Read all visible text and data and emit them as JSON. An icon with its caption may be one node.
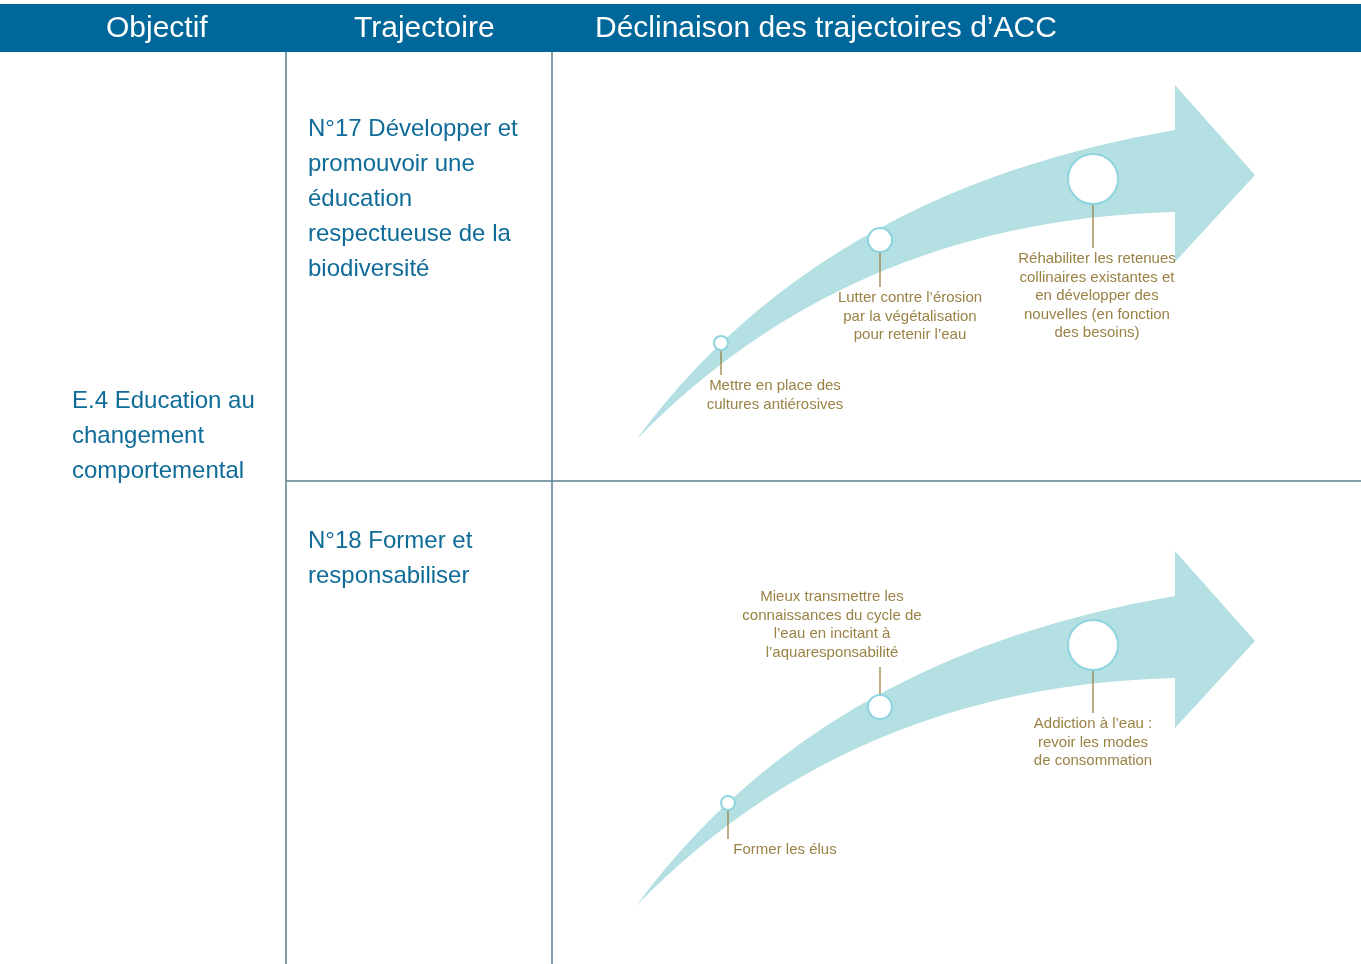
{
  "diagram": {
    "nodes": [
      {
        "text": [
          "Mettre en place des cultures antiérosives"
        ]
      },
      {
        "text": [],
        "shape": "circle"
      },
      {
        "text": [
          "Lutter contre l’érosion par la végétalisation pour retenir l’eau"
        ]
      },
      {
        "text": [],
        "shape": "circle"
      },
      {
        "text": [
          "Réhabiliter les retenues collinaires existantes et en développer des nouvelles (en fonction des besoins)"
        ]
      },
      {
        "text": [],
        "shape": "circle"
      },
      {
        "text": [
          "Mieux transmettre les connaissances du cycle de l’eau en incitant à l’aquaresponsabilité"
        ]
      },
      {
        "text": [],
        "shape": "circle"
      },
      {
        "text": [
          "Addiction à l’eau : revoir les modes de consommation"
        ]
      },
      {
        "text": [],
        "shape": "circle"
      },
      {
        "text": [
          "Former les élus"
        ]
      },
      {
        "text": [],
        "shape": "circle"
      }
    ],
    "edges": [
      {
        "from": 0,
        "to": 1,
        "arrow": "none"
      },
      {
        "from": 2,
        "to": 3,
        "arrow": "none"
      },
      {
        "from": 4,
        "to": 5,
        "arrow": "none"
      },
      {
        "from": 6,
        "to": 7,
        "arrow": "none"
      },
      {
        "from": 8,
        "to": 9,
        "arrow": "none"
      },
      {
        "from": 10,
        "to": 11,
        "arrow": "none"
      }
    ],
    "labels": [
      "Objectif",
      "Trajectoire",
      "Déclinaison des trajectoires d’ACC",
      "N°17 Développer et promouvoir une éducation respectueuse de la biodiversité",
      "E.4 Education au changement comportemental",
      "N°18 Former et responsabiliser"
    ]
  }
}
